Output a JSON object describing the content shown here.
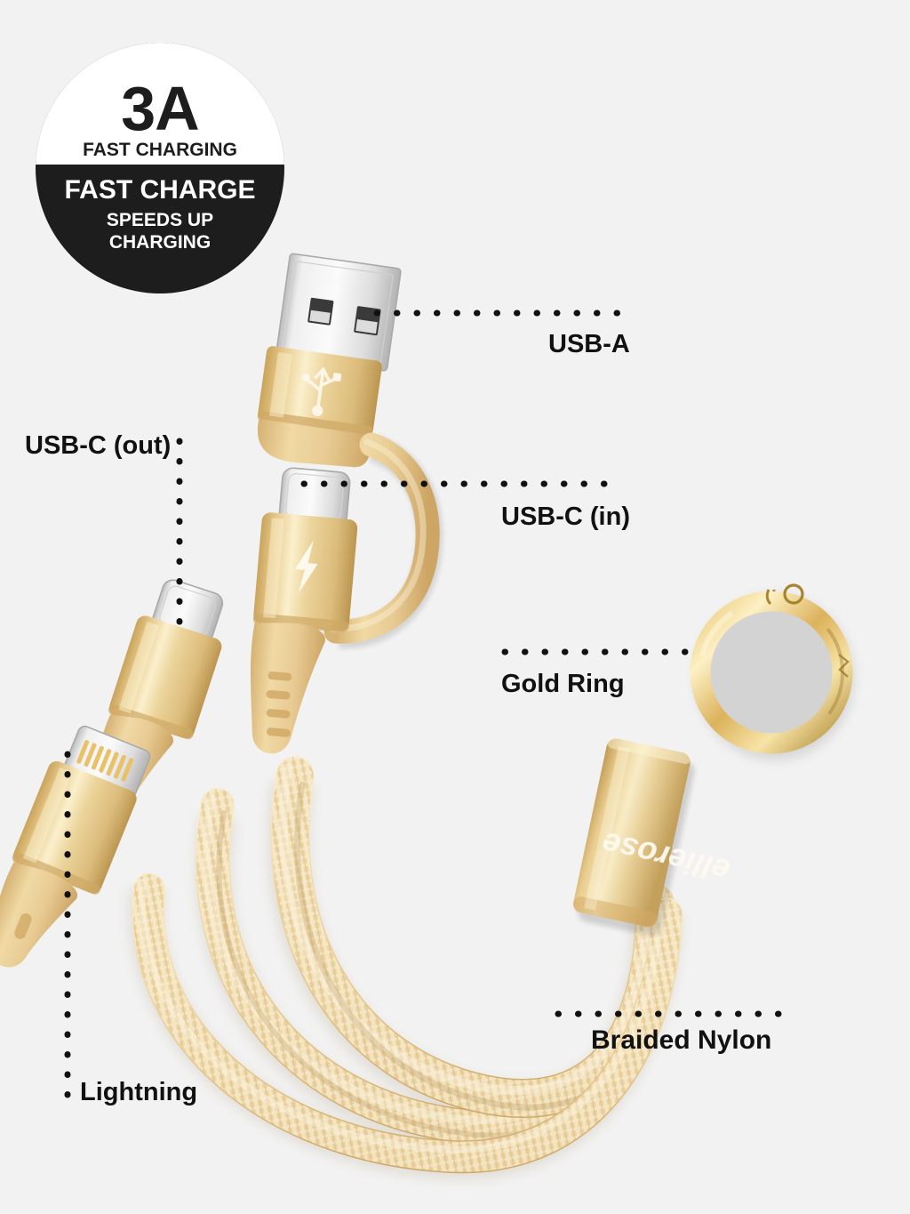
{
  "page": {
    "background_color": "#f2f2f2",
    "product": "3-in-1 multi-connector keychain charging cable",
    "brand_engraving": "ellierose"
  },
  "badge": {
    "name": "fast-charge-badge",
    "amperage": "3A",
    "subtitle": "FAST CHARGING",
    "headline": "FAST CHARGE",
    "line3": "SPEEDS UP",
    "line4": "CHARGING",
    "bg_color": "#1d1d1d",
    "panel_color": "#ffffff",
    "text_color_on_dark": "#ffffff",
    "text_color_on_light": "#1d1d1d"
  },
  "callouts": [
    {
      "id": "usb-a",
      "label": "USB-A",
      "leader": "horizontal-right"
    },
    {
      "id": "usb-c-in",
      "label": "USB-C (in)",
      "leader": "horizontal-right"
    },
    {
      "id": "usb-c-out",
      "label": "USB-C (out)",
      "leader": "vertical-down"
    },
    {
      "id": "gold-ring",
      "label": "Gold Ring",
      "leader": "horizontal-right"
    },
    {
      "id": "braided",
      "label": "Braided Nylon",
      "leader": "horizontal-right"
    },
    {
      "id": "lightning",
      "label": "Lightning",
      "leader": "vertical-up"
    }
  ],
  "labels": {
    "usb_a": "USB-A",
    "usb_c_in": "USB-C (in)",
    "usb_c_out": "USB-C (out)",
    "gold_ring": "Gold Ring",
    "braided_nylon": "Braided Nylon",
    "lightning": "Lightning"
  },
  "icons": {
    "usb_trident": "usb-trident-icon",
    "lightning_bolt": "lightning-bolt-icon"
  },
  "colors": {
    "dot_leader": "#111111",
    "gold_light": "#f2dca6",
    "gold_mid": "#e3c27e",
    "gold_deep": "#c9a45b",
    "gold_ring_bright": "#f6da8f",
    "gold_ring_shadow": "#b08b36",
    "nylon_light": "#f7e6c0",
    "nylon_mid": "#edd3a0",
    "nylon_shadow": "#d8b878",
    "metal_silver_light": "#f4f4f4",
    "metal_silver_mid": "#d9d9d9",
    "metal_silver_dark": "#b6b6b6",
    "pin_gold": "#e8c169"
  }
}
